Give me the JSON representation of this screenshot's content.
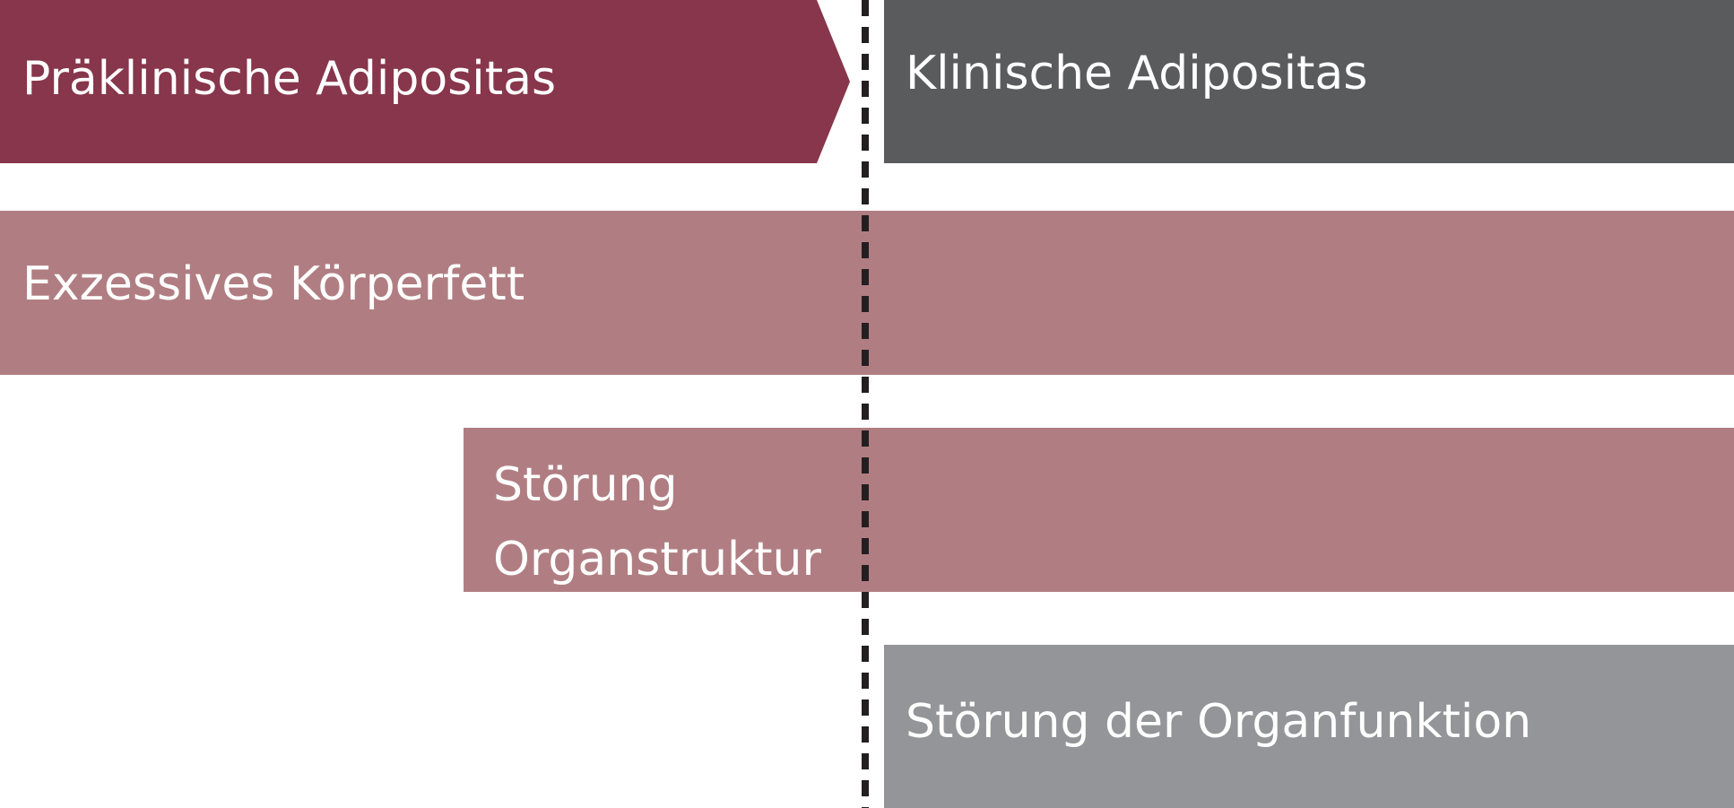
{
  "blocks": {
    "preclinical": {
      "label": "Präklinische Adipositas",
      "color": "#87364b"
    },
    "clinical": {
      "label": "Klinische Adipositas",
      "color": "#5a5b5d"
    },
    "body_fat": {
      "label": "Exzessives Körperfett",
      "color": "#b07e82"
    },
    "organ_structure": {
      "label": "Störung Organstruktur",
      "color": "#b07e82"
    },
    "organ_function": {
      "label": "Störung der Organfunktion",
      "color": "#949598"
    }
  },
  "divider": {
    "style": "dashed",
    "color": "#231f20"
  }
}
